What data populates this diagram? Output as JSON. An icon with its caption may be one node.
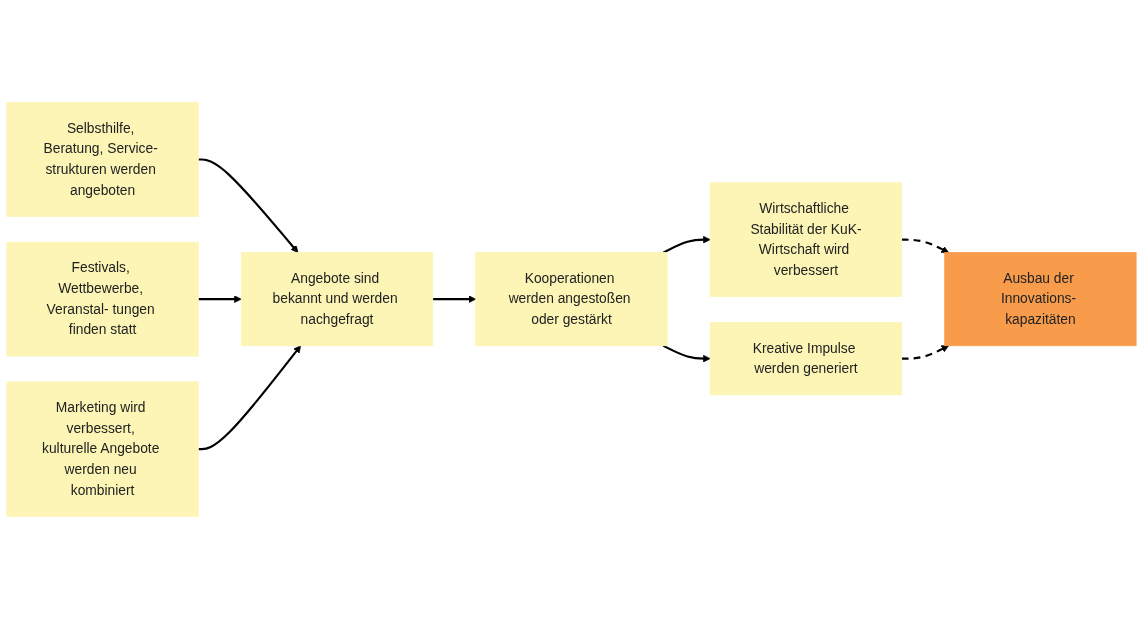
{
  "diagram": {
    "nodes": [
      {
        "text": [
          "Selbsthilfe, Beratung, Service- strukturen werden angeboten"
        ]
      },
      {
        "text": [
          "Festivals, Wettbewerbe, Veranstal- tungen finden statt"
        ]
      },
      {
        "text": [
          "Marketing wird verbessert, kulturelle Angebote werden neu kombiniert"
        ]
      },
      {
        "text": [
          "Angebote sind bekannt und werden nachgefragt"
        ]
      },
      {
        "text": [
          "Kooperationen werden angestoßen oder gestärkt"
        ]
      },
      {
        "text": [
          "Wirtschaftliche Stabilität der KuK-Wirtschaft wird verbessert"
        ]
      },
      {
        "text": [
          "Kreative Impulse werden generiert"
        ]
      },
      {
        "text": [
          "Ausbau der Innovations- kapazitäten"
        ]
      }
    ],
    "edges": [
      {
        "from": 0,
        "to": 3,
        "arrow": "to"
      },
      {
        "from": 1,
        "to": 3,
        "arrow": "to"
      },
      {
        "from": 2,
        "to": 3,
        "arrow": "to"
      },
      {
        "from": 3,
        "to": 4,
        "arrow": "to"
      },
      {
        "from": 4,
        "to": 5,
        "arrow": "to"
      },
      {
        "from": 4,
        "to": 6,
        "arrow": "to"
      },
      {
        "from": 5,
        "to": 7,
        "arrow": "to",
        "style": "dashed"
      },
      {
        "from": 6,
        "to": 7,
        "arrow": "to",
        "style": "dashed"
      }
    ]
  }
}
